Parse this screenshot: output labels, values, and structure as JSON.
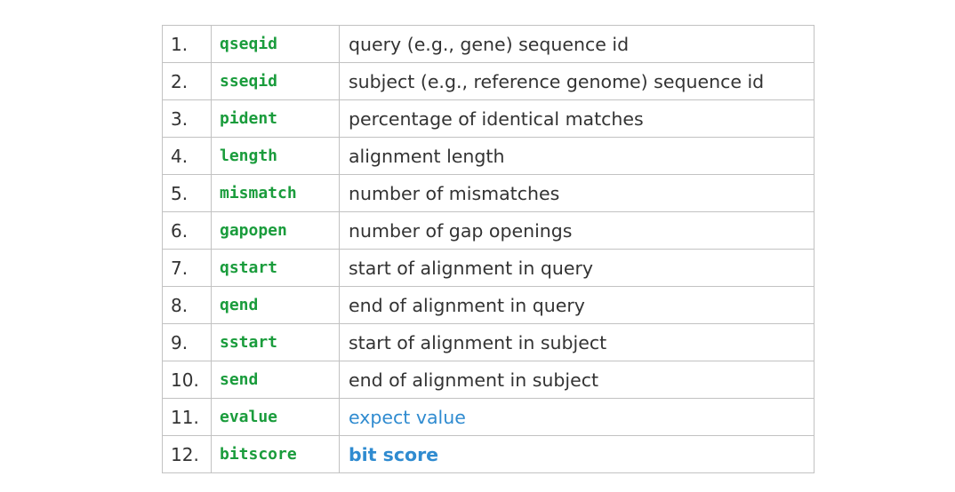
{
  "colors": {
    "field_name": "#1a9c3c",
    "link": "#2f8bd0",
    "text": "#333333",
    "border": "#c2c2c2"
  },
  "rows": [
    {
      "num": "1.",
      "field": "qseqid",
      "desc": "query (e.g., gene) sequence id",
      "style": "plain"
    },
    {
      "num": "2.",
      "field": "sseqid",
      "desc": "subject (e.g., reference genome) sequence id",
      "style": "plain"
    },
    {
      "num": "3.",
      "field": "pident",
      "desc": "percentage of identical matches",
      "style": "plain"
    },
    {
      "num": "4.",
      "field": "length",
      "desc": "alignment length",
      "style": "plain"
    },
    {
      "num": "5.",
      "field": "mismatch",
      "desc": "number of mismatches",
      "style": "plain"
    },
    {
      "num": "6.",
      "field": "gapopen",
      "desc": "number of gap openings",
      "style": "plain"
    },
    {
      "num": "7.",
      "field": "qstart",
      "desc": "start of alignment in query",
      "style": "plain"
    },
    {
      "num": "8.",
      "field": "qend",
      "desc": "end of alignment in query",
      "style": "plain"
    },
    {
      "num": "9.",
      "field": "sstart",
      "desc": "start of alignment in subject",
      "style": "plain"
    },
    {
      "num": "10.",
      "field": "send",
      "desc": "end of alignment in subject",
      "style": "plain"
    },
    {
      "num": "11.",
      "field": "evalue",
      "desc": "expect value",
      "style": "link"
    },
    {
      "num": "12.",
      "field": "bitscore",
      "desc": "bit score",
      "style": "link-bold"
    }
  ]
}
